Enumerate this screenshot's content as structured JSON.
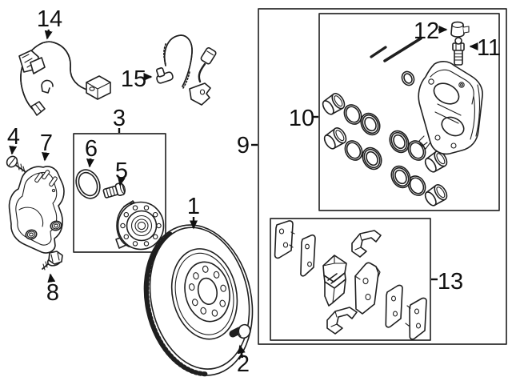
{
  "figure": {
    "kind": "exploded-parts-diagram",
    "subject": "front-disc-brake-components",
    "background_color": "#ffffff",
    "line_color": "#1f1f1f",
    "label_color": "#101010"
  },
  "callouts": {
    "c1": {
      "label": "1",
      "part": "brake-rotor"
    },
    "c2": {
      "label": "2",
      "part": "rotor-set-screw"
    },
    "c3": {
      "label": "3",
      "part": "hub-and-bearing-kit"
    },
    "c4": {
      "label": "4",
      "part": "splash-shield-screw"
    },
    "c5": {
      "label": "5",
      "part": "hub-mount-bolt"
    },
    "c6": {
      "label": "6",
      "part": "o-ring-seal"
    },
    "c7": {
      "label": "7",
      "part": "splash-shield"
    },
    "c8": {
      "label": "8",
      "part": "splash-shield-bolt"
    },
    "c9": {
      "label": "9",
      "part": "caliper-assembly-group"
    },
    "c10": {
      "label": "10",
      "part": "caliper-with-piston-seal-kit"
    },
    "c11": {
      "label": "11",
      "part": "bleeder-screw"
    },
    "c12": {
      "label": "12",
      "part": "bleeder-screw-cap"
    },
    "c13": {
      "label": "13",
      "part": "brake-pad-kit"
    },
    "c14": {
      "label": "14",
      "part": "brake-hydraulic-hose"
    },
    "c15": {
      "label": "15",
      "part": "abs-wheel-speed-sensor"
    }
  }
}
